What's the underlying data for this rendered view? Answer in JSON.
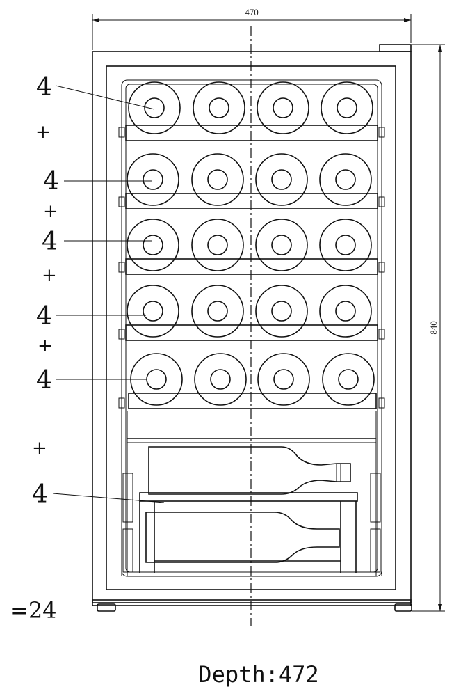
{
  "dimensions": {
    "width": "470",
    "height": "840",
    "depth_text": "Depth:472"
  },
  "shelves": [
    {
      "count": "4"
    },
    {
      "count": "4"
    },
    {
      "count": "4"
    },
    {
      "count": "4"
    },
    {
      "count": "4"
    },
    {
      "count": "4"
    }
  ],
  "plus_sign": "+",
  "total_text": "=24"
}
